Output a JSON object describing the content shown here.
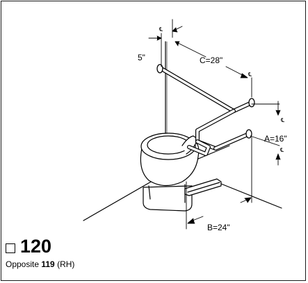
{
  "model": {
    "number": "120",
    "caption_prefix": "Opposite",
    "caption_ref": "119",
    "caption_suffix": "(RH)"
  },
  "dimensions": {
    "offset_top": "5\"",
    "c_length": "C=28\"",
    "a_height": "A=16\"",
    "b_length": "B=24\""
  },
  "centerline_symbol": "℄"
}
